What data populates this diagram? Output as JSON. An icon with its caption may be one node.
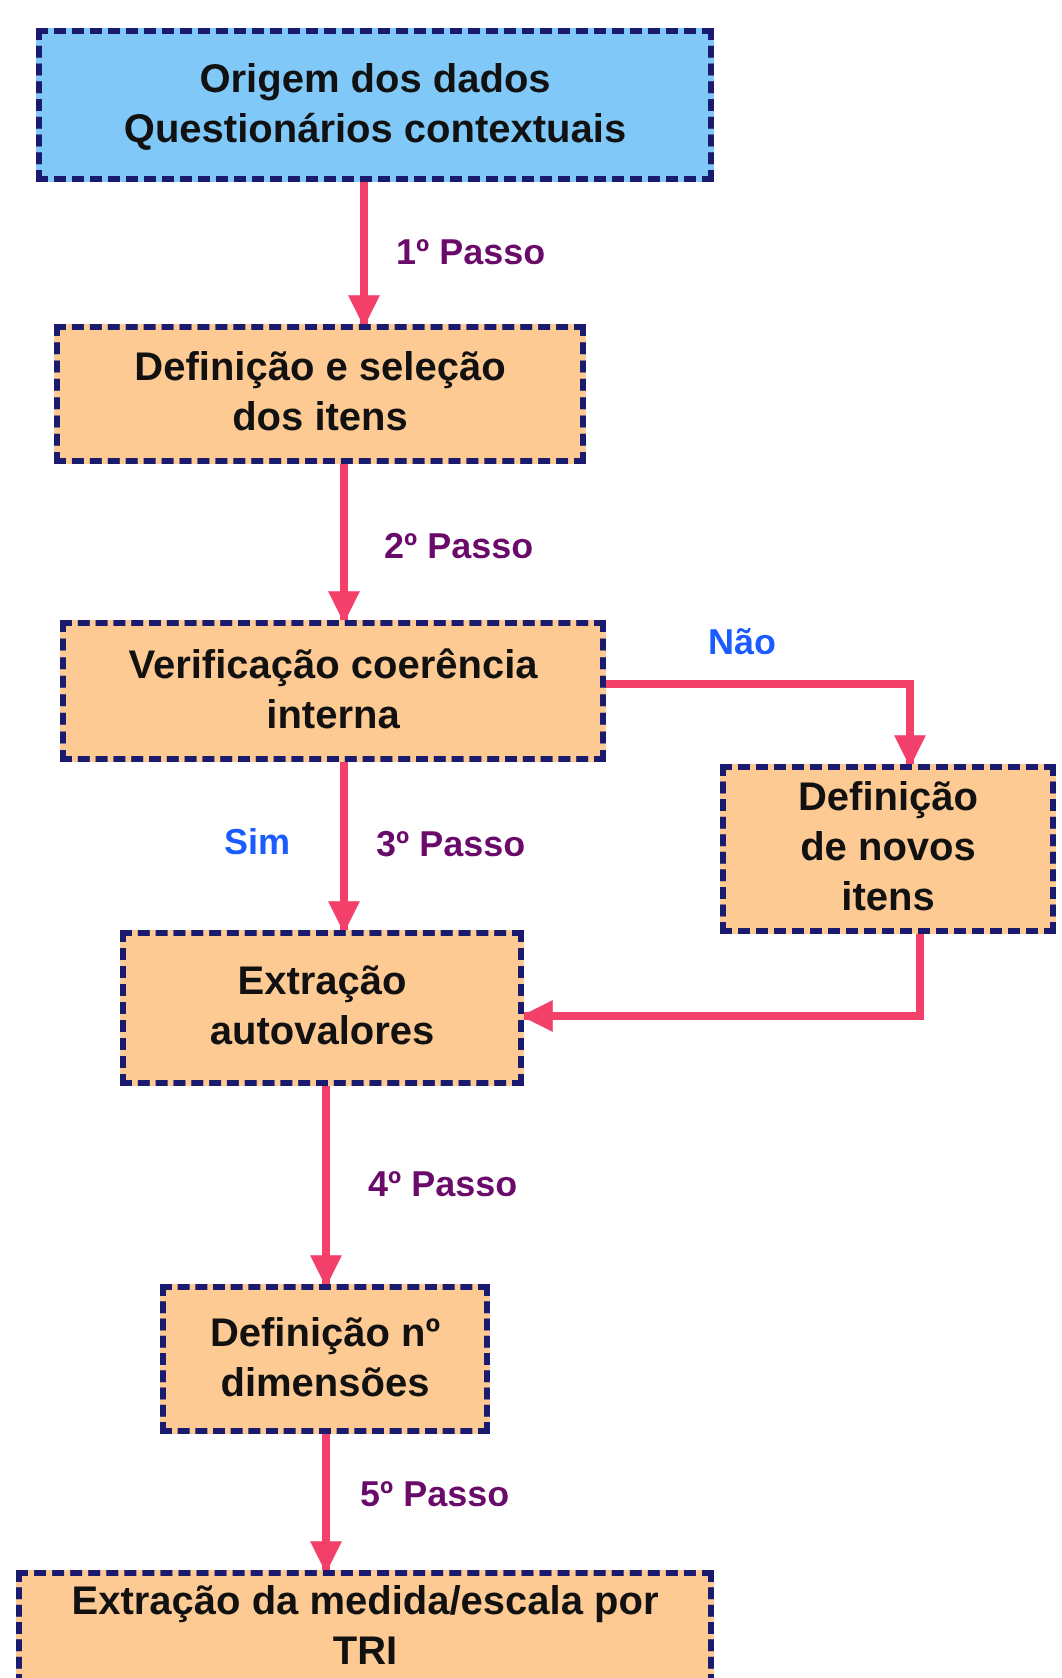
{
  "diagram": {
    "nodes": [
      {
        "text": [
          "Origem dos dados",
          "Questionários contextuais"
        ]
      },
      {
        "text": [
          "Definição e seleção dos itens"
        ]
      },
      {
        "text": [
          "Verificação coerência interna"
        ]
      },
      {
        "text": [
          "Definição de novos itens"
        ]
      },
      {
        "text": [
          "Extração autovalores"
        ]
      },
      {
        "text": [
          "Definição nº dimensões"
        ]
      },
      {
        "text": [
          "Extração da medida/escala por TRI"
        ]
      }
    ],
    "edges": [
      {
        "from": 0,
        "to": 1,
        "arrow": "to",
        "label": "1º Passo"
      },
      {
        "from": 1,
        "to": 2,
        "arrow": "to",
        "label": "2º Passo"
      },
      {
        "from": 2,
        "to": 3,
        "arrow": "to"
      },
      {
        "from": 2,
        "to": 4,
        "arrow": "to",
        "label": "3º Passo"
      },
      {
        "from": 3,
        "to": 4,
        "arrow": "to"
      },
      {
        "from": 4,
        "to": 5,
        "arrow": "to",
        "label": "4º Passo"
      },
      {
        "from": 5,
        "to": 6,
        "arrow": "to",
        "label": "5º Passo"
      }
    ],
    "labels": [
      "Não",
      "Sim"
    ]
  }
}
